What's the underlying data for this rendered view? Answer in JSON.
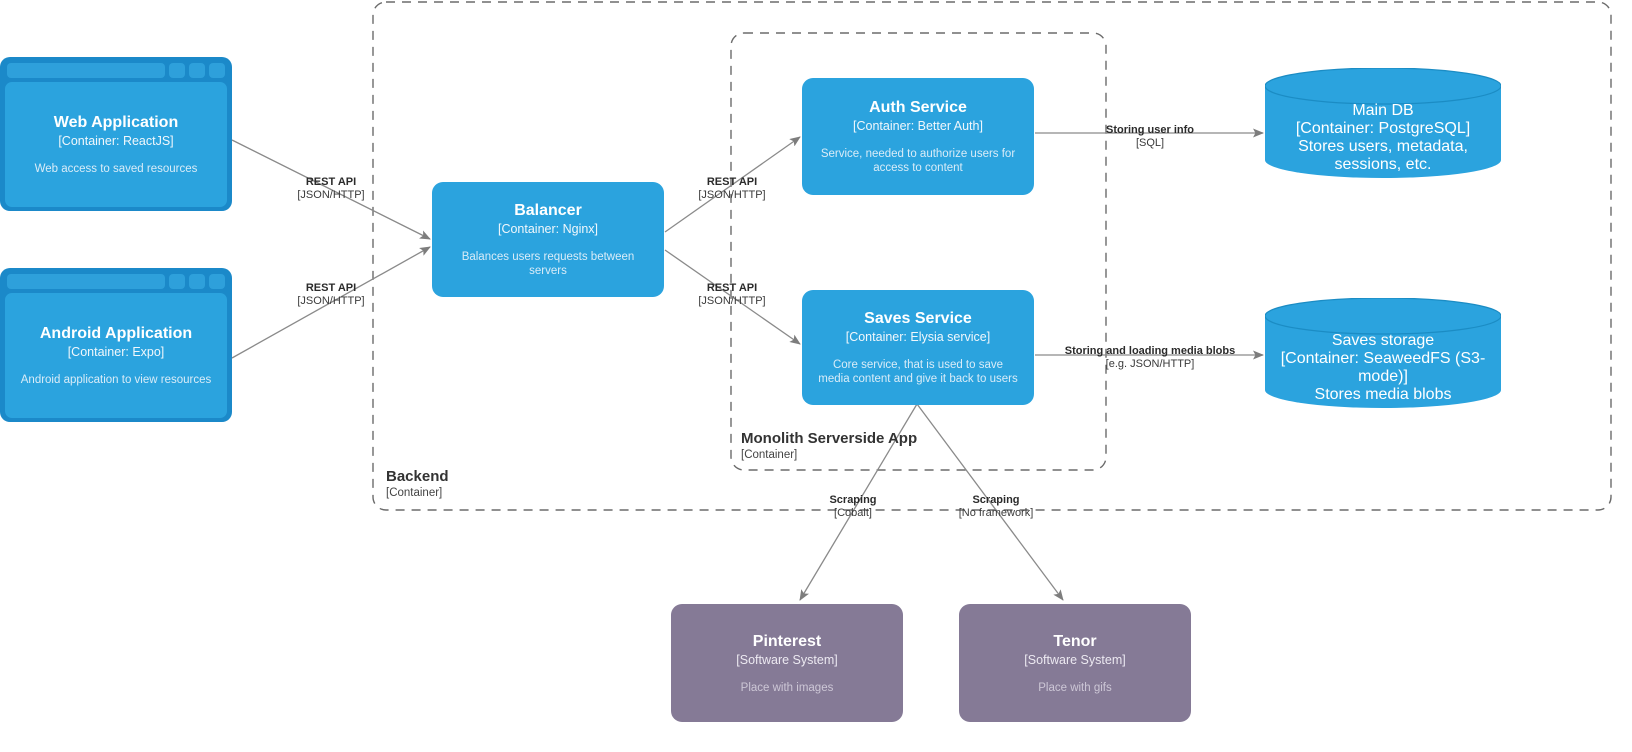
{
  "diagram": {
    "type": "c4-container-diagram",
    "background": "#ffffff",
    "palette": {
      "container_fill": "#2ba3de",
      "container_frame": "#1b89c9",
      "system_fill": "#857a96",
      "edge_stroke": "#838383",
      "boundary_stroke": "#6b6b6b",
      "text_on_fill": "#ffffff"
    }
  },
  "boundaries": [
    {
      "id": "backend",
      "title": "Backend",
      "tech": "[Container]",
      "style": "dashed"
    },
    {
      "id": "monolith",
      "title": "Monolith Serverside App",
      "tech": "[Container]",
      "style": "dashed"
    }
  ],
  "nodes": [
    {
      "id": "web-application",
      "shape": "browser-window",
      "title": "Web Application",
      "tech": "[Container: ReactJS]",
      "desc": "Web access to saved resources",
      "fill": "#2ba3de"
    },
    {
      "id": "android-application",
      "shape": "browser-window",
      "title": "Android Application",
      "tech": "[Container: Expo]",
      "desc": "Android application to view resources",
      "fill": "#2ba3de"
    },
    {
      "id": "balancer",
      "shape": "rounded-rect",
      "title": "Balancer",
      "tech": "[Container: Nginx]",
      "desc": "Balances users requests between servers",
      "fill": "#2ba3de"
    },
    {
      "id": "auth-service",
      "shape": "rounded-rect",
      "title": "Auth Service",
      "tech": "[Container: Better Auth]",
      "desc": "Service, needed to authorize users for access to content",
      "fill": "#2ba3de"
    },
    {
      "id": "saves-service",
      "shape": "rounded-rect",
      "title": "Saves Service",
      "tech": "[Container: Elysia service]",
      "desc": "Core service, that is used to save media content and give it back to users",
      "fill": "#2ba3de"
    },
    {
      "id": "main-db",
      "shape": "cylinder",
      "title": "Main DB",
      "tech": "[Container: PostgreSQL]",
      "desc": "Stores users, metadata, sessions, etc.",
      "fill": "#2ba3de"
    },
    {
      "id": "saves-storage",
      "shape": "cylinder",
      "title": "Saves storage",
      "tech": "[Container: SeaweedFS (S3-mode)]",
      "desc": "Stores media blobs",
      "fill": "#2ba3de"
    },
    {
      "id": "pinterest",
      "shape": "rounded-rect",
      "title": "Pinterest",
      "tech": "[Software System]",
      "desc": "Place with images",
      "fill": "#857a96"
    },
    {
      "id": "tenor",
      "shape": "rounded-rect",
      "title": "Tenor",
      "tech": "[Software System]",
      "desc": "Place with gifs",
      "fill": "#857a96"
    }
  ],
  "edges": [
    {
      "id": "web-to-balancer",
      "from": "web-application",
      "to": "balancer",
      "title": "REST API",
      "tech": "[JSON/HTTP]"
    },
    {
      "id": "android-to-balancer",
      "from": "android-application",
      "to": "balancer",
      "title": "REST API",
      "tech": "[JSON/HTTP]"
    },
    {
      "id": "balancer-to-auth",
      "from": "balancer",
      "to": "auth-service",
      "title": "REST API",
      "tech": "[JSON/HTTP]"
    },
    {
      "id": "balancer-to-saves",
      "from": "balancer",
      "to": "saves-service",
      "title": "REST API",
      "tech": "[JSON/HTTP]"
    },
    {
      "id": "auth-to-maindb",
      "from": "auth-service",
      "to": "main-db",
      "title": "Storing user info",
      "tech": "[SQL]"
    },
    {
      "id": "saves-to-storage",
      "from": "saves-service",
      "to": "saves-storage",
      "title": "Storing and loading media blobs",
      "tech": "[e.g. JSON/HTTP]"
    },
    {
      "id": "saves-to-pinterest",
      "from": "saves-service",
      "to": "pinterest",
      "title": "Scraping",
      "tech": "[Cobalt]"
    },
    {
      "id": "saves-to-tenor",
      "from": "saves-service",
      "to": "tenor",
      "title": "Scraping",
      "tech": "[No framework]"
    }
  ]
}
